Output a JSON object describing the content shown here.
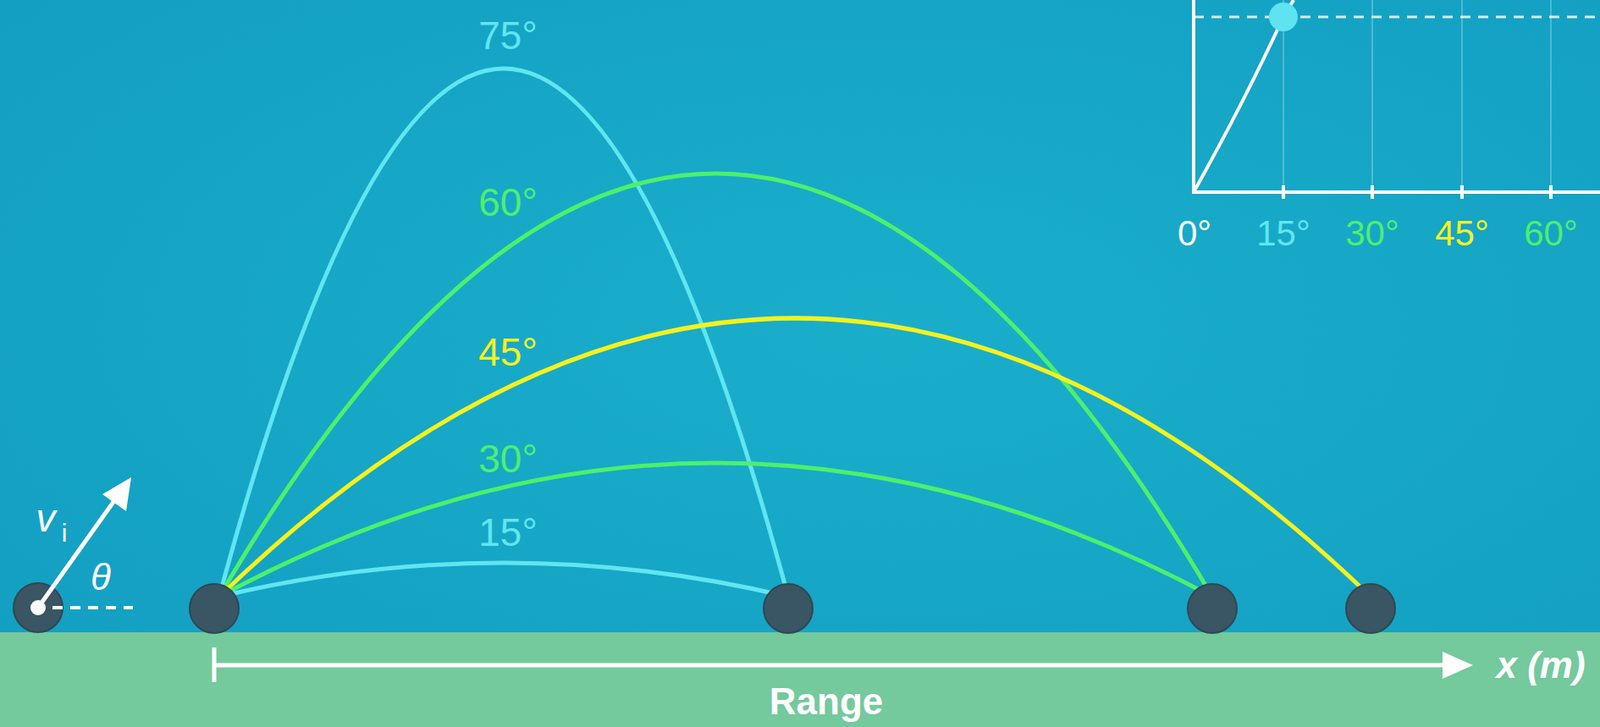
{
  "diagram": {
    "labels": [
      "75°",
      "60°",
      "45°",
      "30°",
      "15°",
      "v",
      "i",
      "θ",
      "Range",
      "x (m)",
      "0°",
      "15°",
      "30°",
      "45°",
      "60°"
    ]
  }
}
